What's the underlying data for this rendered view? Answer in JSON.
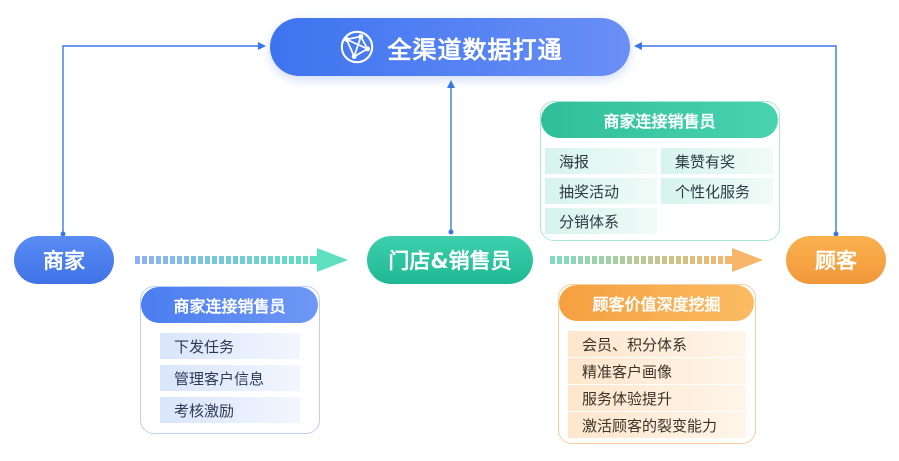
{
  "hub": {
    "title": "全渠道数据打通",
    "icon": "network-globe-icon"
  },
  "nodes": {
    "merchant": "商家",
    "store": "门店&销售员",
    "customer": "顾客"
  },
  "card_blue": {
    "title": "商家连接销售员",
    "items": [
      "下发任务",
      "管理客户信息",
      "考核激励"
    ]
  },
  "card_green": {
    "title": "商家连接销售员",
    "items": [
      "海报",
      "集赞有奖",
      "抽奖活动",
      "个性化服务",
      "分销体系"
    ]
  },
  "card_orange": {
    "title": "顾客价值深度挖掘",
    "items": [
      "会员、积分体系",
      "精准客户画像",
      "服务体验提升",
      "激活顾客的裂变能力"
    ]
  },
  "colors": {
    "blue": "#3f72e6",
    "green": "#1fb893",
    "orange": "#f0983a",
    "connector": "#3b78e7"
  }
}
